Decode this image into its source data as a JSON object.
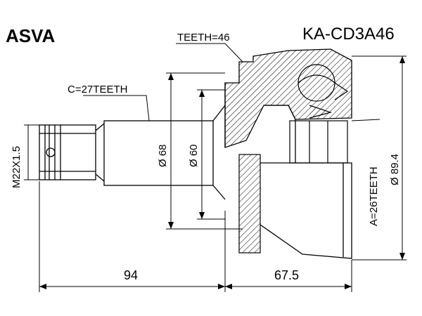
{
  "brand": "ASVA",
  "part_number": "KA-CD3A46",
  "labels": {
    "teeth": "TEETH=46",
    "c_teeth": "C=27TEETH",
    "thread": "M22X1.5",
    "dia_68": "Ø 68",
    "dia_60": "Ø 60",
    "a_teeth": "A=26TEETH",
    "dia_89": "Ø 89.4",
    "len_94": "94",
    "len_67": "67.5"
  }
}
